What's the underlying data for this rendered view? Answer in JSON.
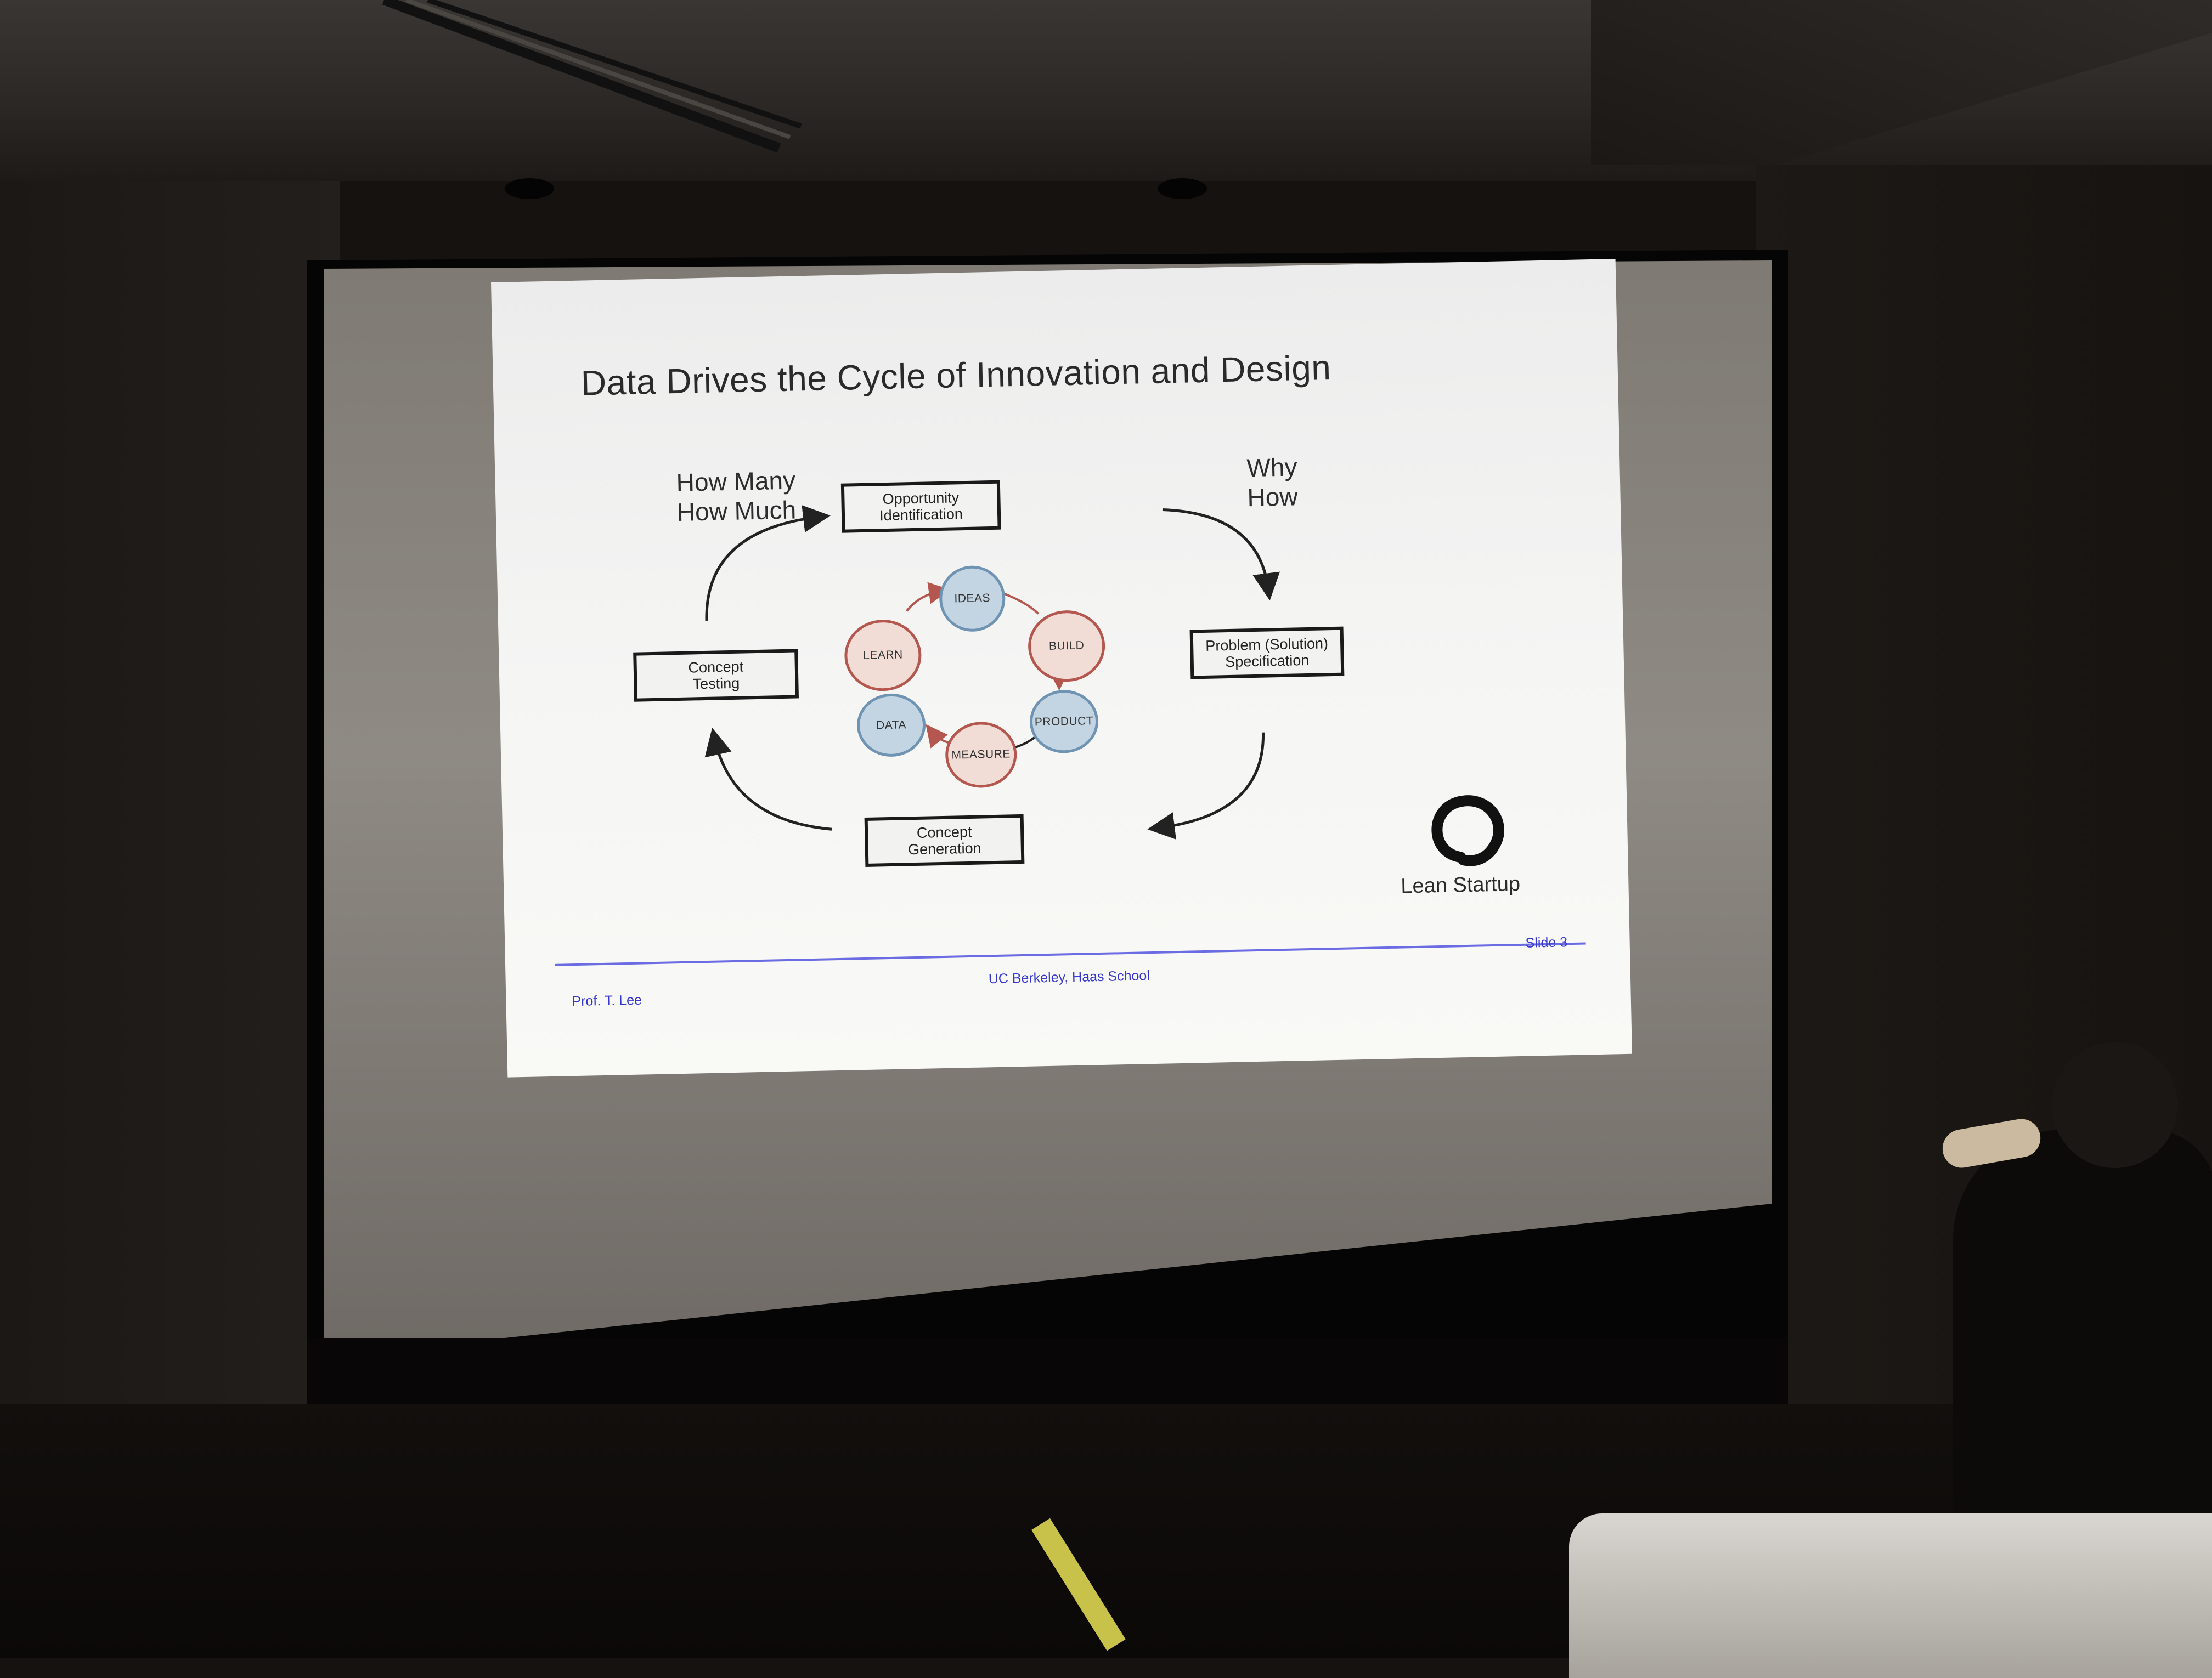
{
  "slide": {
    "title": "Data Drives the Cycle of Innovation and Design",
    "left_question": {
      "line1": "How Many",
      "line2": "How Much"
    },
    "right_question": {
      "line1": "Why",
      "line2": "How"
    },
    "boxes": {
      "opportunity": {
        "line1": "Opportunity",
        "line2": "Identification"
      },
      "problem": {
        "line1": "Problem (Solution)",
        "line2": "Specification"
      },
      "generation": {
        "line1": "Concept",
        "line2": "Generation"
      },
      "testing": {
        "line1": "Concept",
        "line2": "Testing"
      }
    },
    "cycle_nodes": {
      "ideas": "IDEAS",
      "build": "BUILD",
      "product": "PRODUCT",
      "measure": "MEASURE",
      "data": "DATA",
      "learn": "LEARN"
    },
    "logo_label": "Lean Startup",
    "footer": {
      "author": "Prof. T. Lee",
      "school": "UC Berkeley, Haas School",
      "slide_number": "Slide 3"
    }
  },
  "colors": {
    "node_blue_fill": "#c3d4e2",
    "node_red_fill": "#f1ddd6",
    "node_red_stroke": "#b4574f",
    "footer_text": "#3636d0"
  }
}
